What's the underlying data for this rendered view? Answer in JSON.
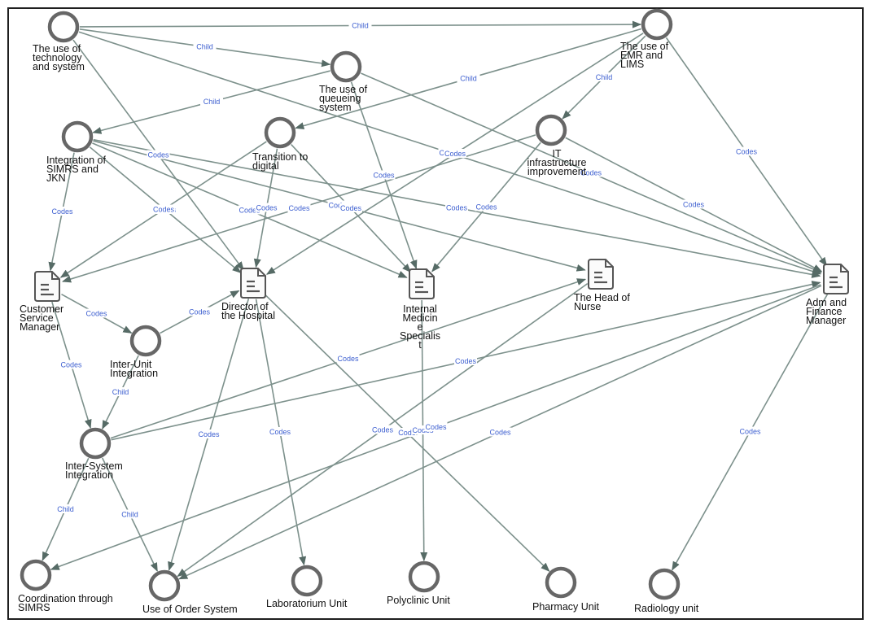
{
  "nodes": [
    {
      "id": "tech",
      "kind": "code",
      "label": [
        "The use of",
        "technology",
        "and system"
      ]
    },
    {
      "id": "emr",
      "kind": "code",
      "label": [
        "The use of",
        "EMR and",
        "LIMS"
      ]
    },
    {
      "id": "queue",
      "kind": "code",
      "label": [
        "The use of",
        "queueing",
        "system"
      ]
    },
    {
      "id": "simrs",
      "kind": "code",
      "label": [
        "Integration of",
        "SIMRS and",
        "JKN"
      ]
    },
    {
      "id": "digital",
      "kind": "code",
      "label": [
        "Transition to",
        "digital"
      ]
    },
    {
      "id": "itinfra",
      "kind": "code",
      "label": [
        "IT",
        "infrastructure",
        "improvement"
      ]
    },
    {
      "id": "csm",
      "kind": "doc",
      "label": [
        "Customer",
        "Service",
        "Manager"
      ]
    },
    {
      "id": "director",
      "kind": "doc",
      "label": [
        "Director of",
        "the Hospital"
      ]
    },
    {
      "id": "ims",
      "kind": "doc",
      "label": [
        "Internal",
        "Medicin",
        "e",
        "Specialis",
        "t"
      ]
    },
    {
      "id": "nurse",
      "kind": "doc",
      "label": [
        "The Head of",
        "Nurse"
      ]
    },
    {
      "id": "adm",
      "kind": "doc",
      "label": [
        "Adm and",
        "Finance",
        "Manager"
      ]
    },
    {
      "id": "interunit",
      "kind": "code",
      "label": [
        "Inter-Unit",
        "Integration"
      ]
    },
    {
      "id": "intersys",
      "kind": "code",
      "label": [
        "Inter-System",
        "Integration"
      ]
    },
    {
      "id": "coord",
      "kind": "code",
      "label": [
        "Coordination through",
        "SIMRS"
      ]
    },
    {
      "id": "order",
      "kind": "code",
      "label": [
        "Use of Order System"
      ]
    },
    {
      "id": "lab",
      "kind": "code",
      "label": [
        "Laboratorium Unit"
      ]
    },
    {
      "id": "poly",
      "kind": "code",
      "label": [
        "Polyclinic Unit"
      ]
    },
    {
      "id": "pharm",
      "kind": "code",
      "label": [
        "Pharmacy Unit"
      ]
    },
    {
      "id": "radio",
      "kind": "code",
      "label": [
        "Radiology unit"
      ]
    }
  ],
  "edges": [
    {
      "from": "tech",
      "to": "emr",
      "label": "Child"
    },
    {
      "from": "tech",
      "to": "queue",
      "label": "Child"
    },
    {
      "from": "tech",
      "to": "director",
      "label": "Codes"
    },
    {
      "from": "tech",
      "to": "adm",
      "label": "Codes"
    },
    {
      "from": "queue",
      "to": "simrs",
      "label": "Child"
    },
    {
      "from": "queue",
      "to": "ims",
      "label": "Codes"
    },
    {
      "from": "queue",
      "to": "adm",
      "label": "Codes"
    },
    {
      "from": "emr",
      "to": "digital",
      "label": "Child"
    },
    {
      "from": "emr",
      "to": "itinfra",
      "label": "Child"
    },
    {
      "from": "emr",
      "to": "director",
      "label": "Codes"
    },
    {
      "from": "emr",
      "to": "adm",
      "label": "Codes"
    },
    {
      "from": "simrs",
      "to": "csm",
      "label": "Codes"
    },
    {
      "from": "simrs",
      "to": "director",
      "label": "Codes"
    },
    {
      "from": "simrs",
      "to": "ims",
      "label": "Codes"
    },
    {
      "from": "simrs",
      "to": "nurse",
      "label": "Codes"
    },
    {
      "from": "simrs",
      "to": "adm",
      "label": "Codes"
    },
    {
      "from": "digital",
      "to": "csm",
      "label": "Codes"
    },
    {
      "from": "digital",
      "to": "director",
      "label": "Codes"
    },
    {
      "from": "digital",
      "to": "ims",
      "label": "Codes"
    },
    {
      "from": "itinfra",
      "to": "csm",
      "label": "Codes"
    },
    {
      "from": "itinfra",
      "to": "ims",
      "label": "Codes"
    },
    {
      "from": "itinfra",
      "to": "adm",
      "label": "Codes"
    },
    {
      "from": "csm",
      "to": "interunit",
      "label": "Codes"
    },
    {
      "from": "interunit",
      "to": "director",
      "label": "Codes"
    },
    {
      "from": "interunit",
      "to": "intersys",
      "label": "Child"
    },
    {
      "from": "csm",
      "to": "intersys",
      "label": "Codes"
    },
    {
      "from": "intersys",
      "to": "nurse",
      "label": "Codes"
    },
    {
      "from": "intersys",
      "to": "adm",
      "label": "Codes"
    },
    {
      "from": "intersys",
      "to": "coord",
      "label": "Child"
    },
    {
      "from": "intersys",
      "to": "order",
      "label": "Child"
    },
    {
      "from": "director",
      "to": "order",
      "label": "Codes"
    },
    {
      "from": "director",
      "to": "lab",
      "label": "Codes"
    },
    {
      "from": "director",
      "to": "pharm",
      "label": "Code"
    },
    {
      "from": "ims",
      "to": "poly",
      "label": "Codes"
    },
    {
      "from": "nurse",
      "to": "order",
      "label": "Codes"
    },
    {
      "from": "adm",
      "to": "coord",
      "label": "Codes"
    },
    {
      "from": "adm",
      "to": "order",
      "label": "Codes"
    },
    {
      "from": "adm",
      "to": "radio",
      "label": "Codes"
    }
  ]
}
